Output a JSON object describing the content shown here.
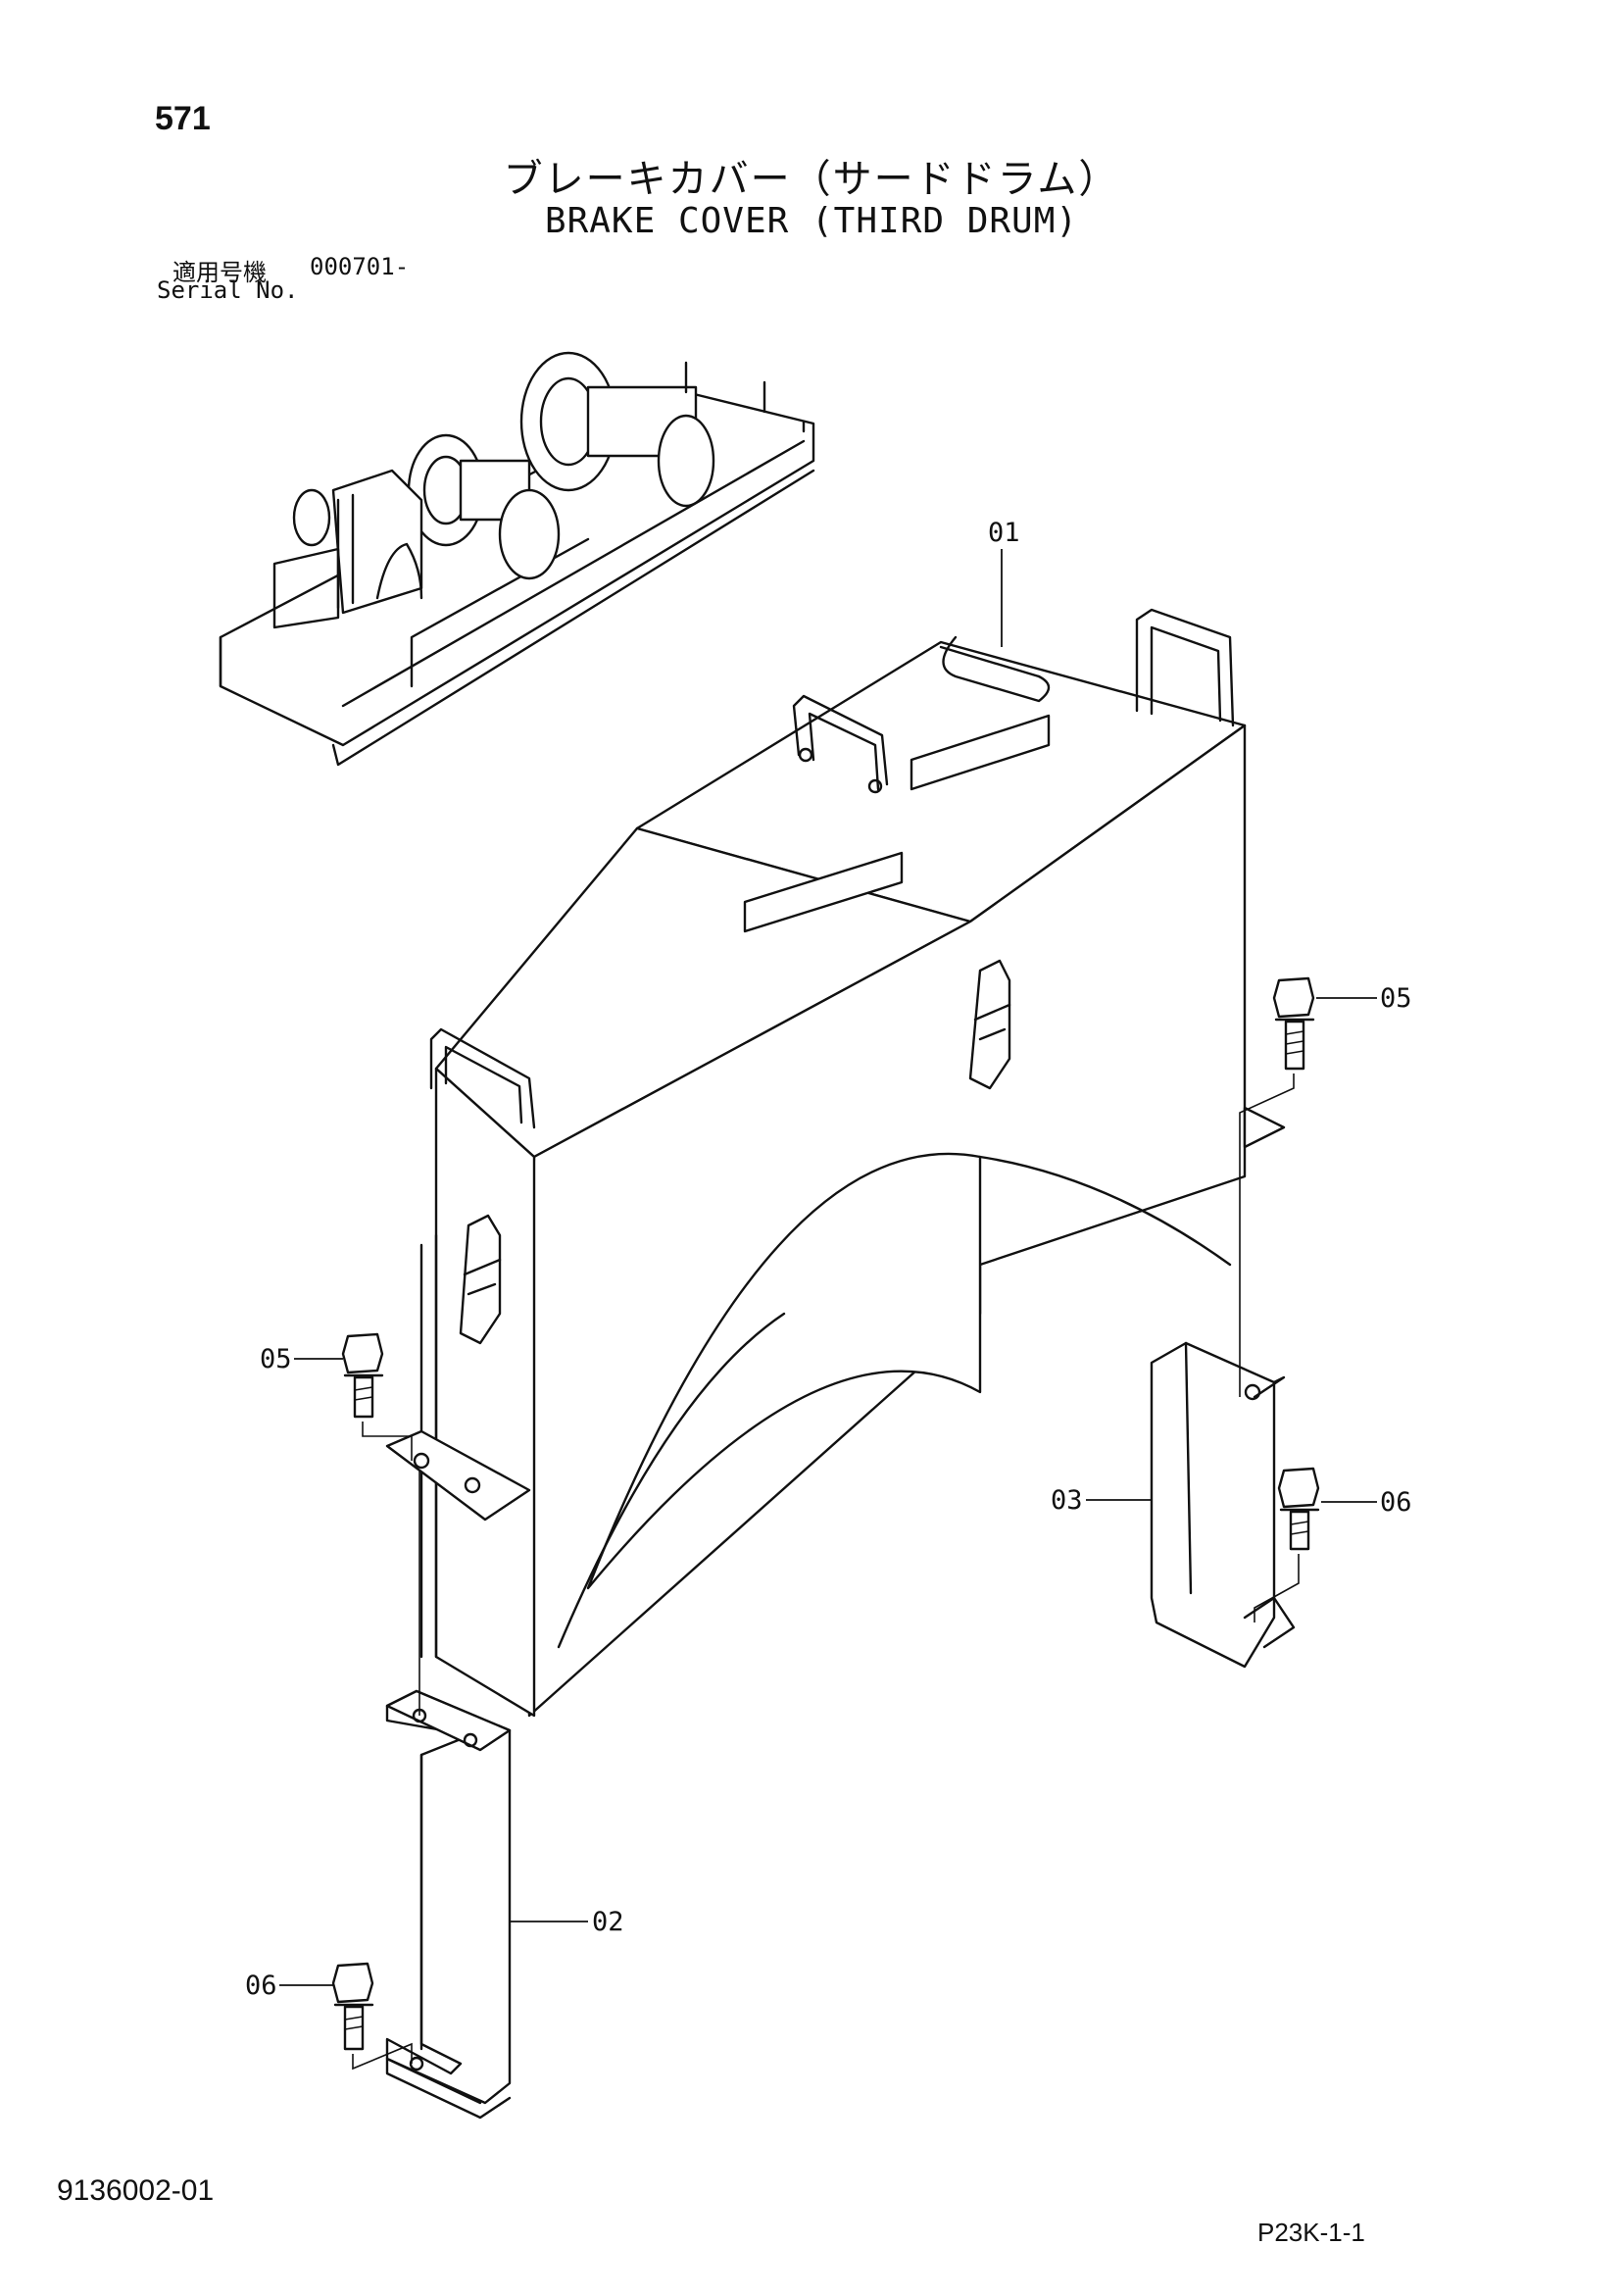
{
  "header": {
    "page_number": "571",
    "title_jp": "ブレーキカバー（サードドラム）",
    "title_en": "BRAKE COVER (THIRD DRUM)",
    "serial_label_jp": "適用号機",
    "serial_value": "000701-",
    "serial_label_en": "Serial No."
  },
  "parts": {
    "p01": "01",
    "p02": "02",
    "p03": "03",
    "p05_right": "05",
    "p05_left": "05",
    "p06_right": "06",
    "p06_left": "06"
  },
  "footer": {
    "doc_number": "9136002-01",
    "page_code": "P23K-1-1"
  }
}
